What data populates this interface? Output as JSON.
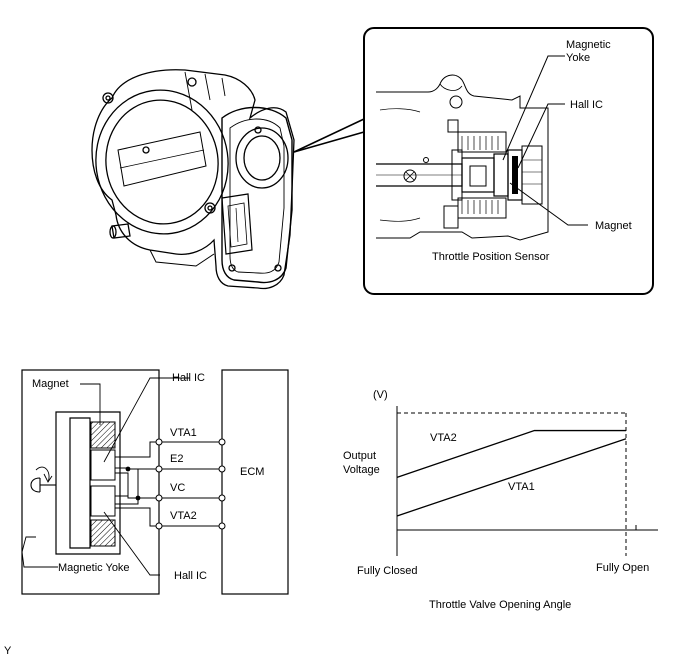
{
  "detail": {
    "labels": {
      "magnetic_yoke": "Magnetic\nYoke",
      "hall_ic": "Hall IC",
      "magnet": "Magnet",
      "caption": "Throttle Position Sensor"
    }
  },
  "circuit": {
    "magnet": "Magnet",
    "hall_ic_top": "Hall IC",
    "hall_ic_bottom": "Hall IC",
    "magnetic_yoke": "Magnetic Yoke",
    "ecm": "ECM",
    "terminals": [
      "VTA1",
      "E2",
      "VC",
      "VTA2"
    ]
  },
  "chart_data": {
    "type": "line",
    "ylabel_unit": "(V)",
    "ylabel": "Output\nVoltage",
    "xlabel": "Throttle Valve Opening Angle",
    "x_tick_labels": [
      "Fully Closed",
      "Fully Open"
    ],
    "series": [
      {
        "name": "VTA2",
        "x": [
          0,
          0.6,
          1.0
        ],
        "y": [
          0.45,
          0.85,
          0.85
        ]
      },
      {
        "name": "VTA1",
        "x": [
          0,
          1.0
        ],
        "y": [
          0.12,
          0.78
        ]
      }
    ],
    "grid": false,
    "legend": "inline"
  },
  "footer": {
    "code": "Y"
  }
}
